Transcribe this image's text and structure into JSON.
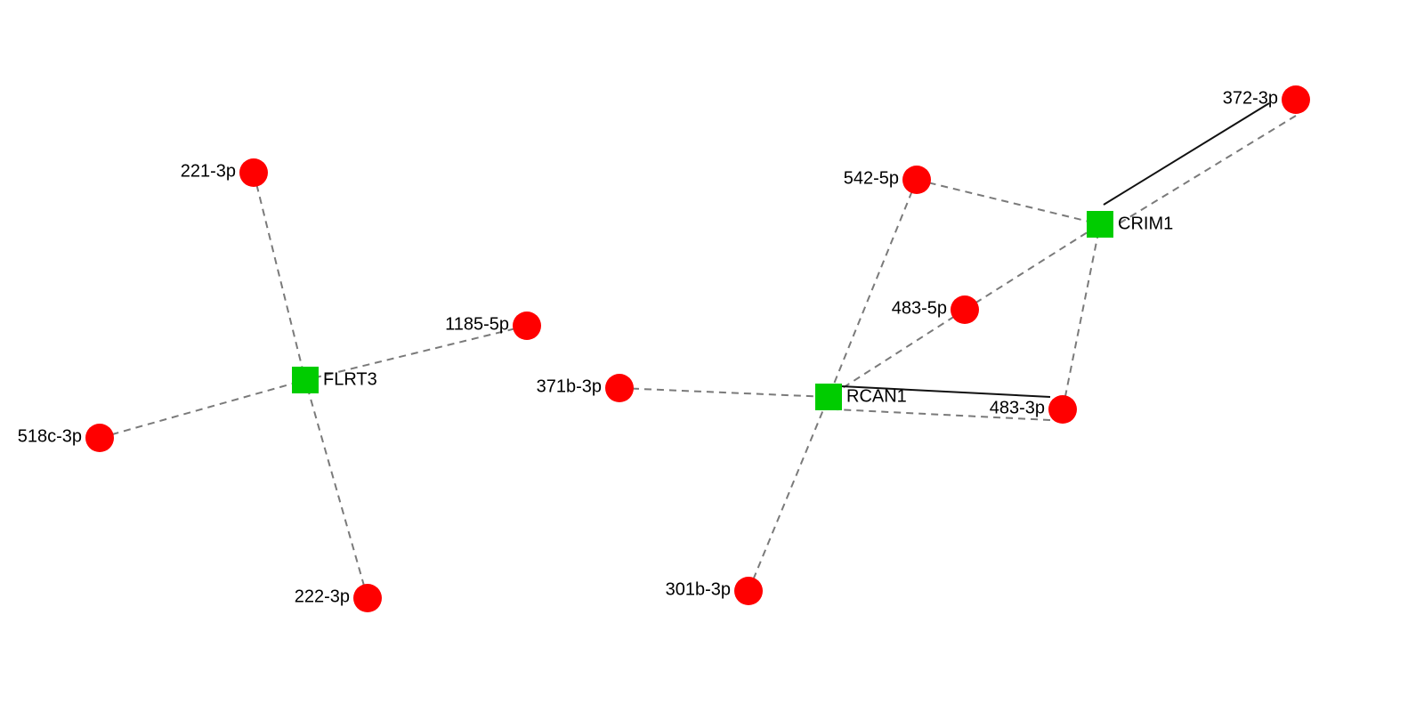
{
  "colors": {
    "gene": "#00cc00",
    "mirna": "#ff0000",
    "dashed_edge": "#7a7a7a",
    "solid_edge": "#111111"
  },
  "nodes": {
    "flrt3": {
      "label": "FLRT3",
      "type": "gene"
    },
    "rcan1": {
      "label": "RCAN1",
      "type": "gene"
    },
    "crim1": {
      "label": "CRIM1",
      "type": "gene"
    },
    "m221_3p": {
      "label": "221-3p",
      "type": "mirna"
    },
    "m1185_5p": {
      "label": "1185-5p",
      "type": "mirna"
    },
    "m518c_3p": {
      "label": "518c-3p",
      "type": "mirna"
    },
    "m222_3p": {
      "label": "222-3p",
      "type": "mirna"
    },
    "m371b_3p": {
      "label": "371b-3p",
      "type": "mirna"
    },
    "m301b_3p": {
      "label": "301b-3p",
      "type": "mirna"
    },
    "m542_5p": {
      "label": "542-5p",
      "type": "mirna"
    },
    "m483_5p": {
      "label": "483-5p",
      "type": "mirna"
    },
    "m483_3p": {
      "label": "483-3p",
      "type": "mirna"
    },
    "m372_3p": {
      "label": "372-3p",
      "type": "mirna"
    }
  },
  "edges": [
    {
      "source": "m221_3p",
      "target": "flrt3",
      "style": "dashed"
    },
    {
      "source": "m1185_5p",
      "target": "flrt3",
      "style": "dashed"
    },
    {
      "source": "m518c_3p",
      "target": "flrt3",
      "style": "dashed"
    },
    {
      "source": "m222_3p",
      "target": "flrt3",
      "style": "dashed"
    },
    {
      "source": "m371b_3p",
      "target": "rcan1",
      "style": "dashed"
    },
    {
      "source": "m301b_3p",
      "target": "rcan1",
      "style": "dashed"
    },
    {
      "source": "m542_5p",
      "target": "rcan1",
      "style": "dashed"
    },
    {
      "source": "m542_5p",
      "target": "crim1",
      "style": "dashed"
    },
    {
      "source": "m483_5p",
      "target": "crim1",
      "style": "dashed"
    },
    {
      "source": "m483_5p",
      "target": "rcan1",
      "style": "dashed"
    },
    {
      "source": "m483_3p",
      "target": "rcan1",
      "style": "dashed"
    },
    {
      "source": "m483_3p",
      "target": "rcan1",
      "style": "solid"
    },
    {
      "source": "m483_3p",
      "target": "crim1",
      "style": "dashed"
    },
    {
      "source": "m372_3p",
      "target": "crim1",
      "style": "dashed"
    },
    {
      "source": "m372_3p",
      "target": "crim1",
      "style": "solid"
    }
  ]
}
